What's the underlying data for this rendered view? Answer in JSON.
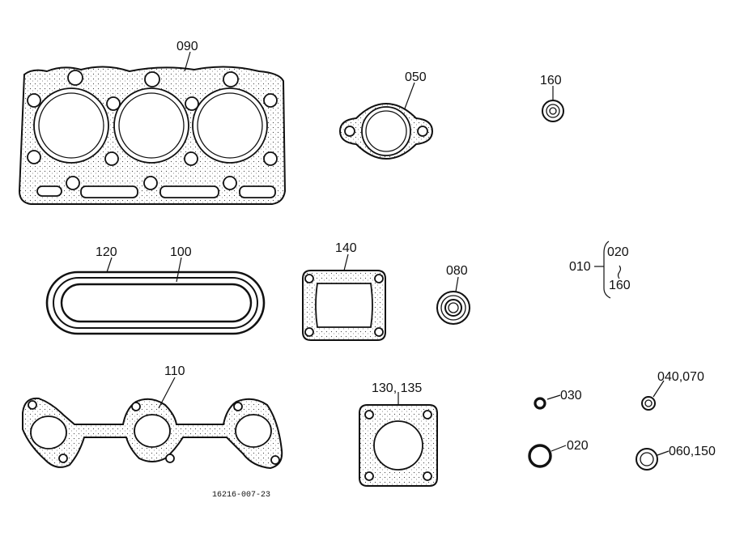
{
  "labels": {
    "p090": "090",
    "p050": "050",
    "p160_top": "160",
    "p120": "120",
    "p100": "100",
    "p140": "140",
    "p080": "080",
    "p010": "010",
    "p020_group": "020",
    "p160_group": "160",
    "p110": "110",
    "p130_135": "130, 135",
    "p030": "030",
    "p040_070": "040,070",
    "p020": "020",
    "p060_150": "060,150"
  },
  "drawing_code": "16216-007-23"
}
